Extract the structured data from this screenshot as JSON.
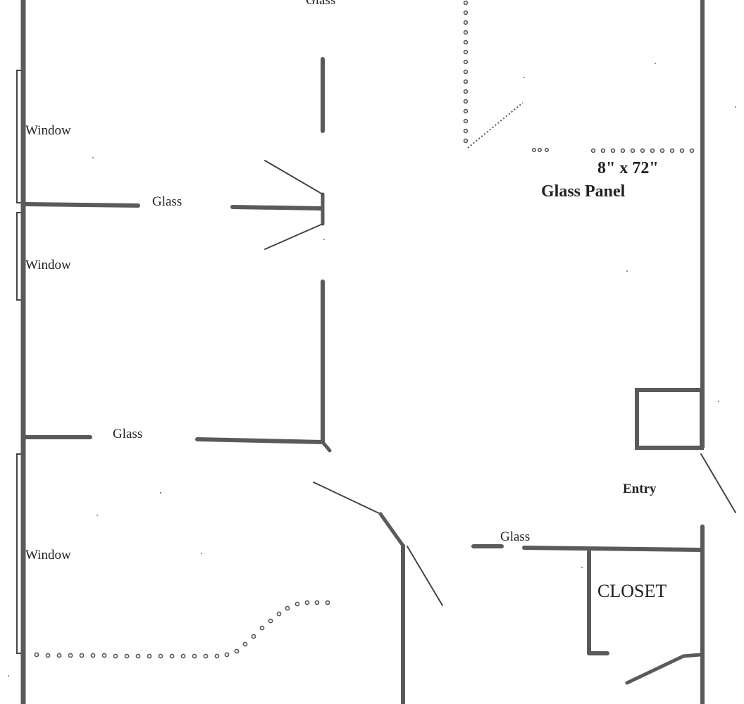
{
  "labels": {
    "glass_top": "Glass",
    "window_1": "Window",
    "glass_1": "Glass",
    "window_2": "Window",
    "glass_2": "Glass",
    "window_3": "Window",
    "panel_size": "8\" x 72\"",
    "panel_name": "Glass Panel",
    "entry": "Entry",
    "glass_entry": "Glass",
    "closet": "CLOSET"
  }
}
